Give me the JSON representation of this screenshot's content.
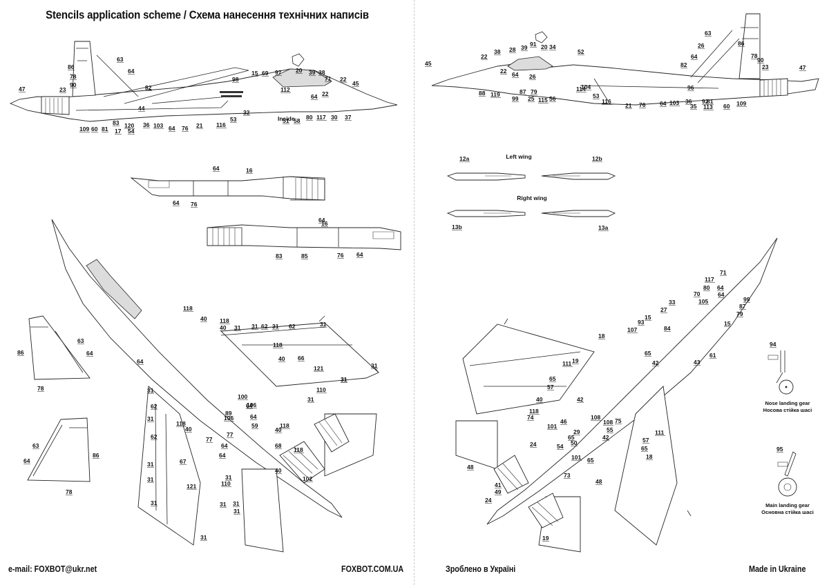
{
  "page": {
    "title": "Stencils application scheme / Схема нанесення технічних написів",
    "footer": {
      "email": "e-mail: FOXBOT@ukr.net",
      "website": "FOXBOT.COM.UA",
      "made_in_ua": "Зроблено в Україні",
      "made_in_en": "Made in Ukraine"
    }
  },
  "views": {
    "left_side": {
      "labels": [
        "47",
        "23",
        "86",
        "78",
        "90",
        "63",
        "64",
        "82",
        "109",
        "60",
        "81",
        "83",
        "17",
        "120",
        "54",
        "44",
        "36",
        "103",
        "64",
        "76",
        "21",
        "116",
        "53",
        "98",
        "15",
        "69",
        "97",
        "20",
        "39",
        "38",
        "71",
        "22",
        "45",
        "112",
        "64",
        "22",
        "32",
        "51",
        "58",
        "80",
        "117",
        "30",
        "37"
      ],
      "inside_caption": "Inside"
    },
    "right_side": {
      "labels": [
        "45",
        "22",
        "88",
        "119",
        "38",
        "28",
        "39",
        "91",
        "20",
        "34",
        "22",
        "64",
        "99",
        "87",
        "25",
        "79",
        "26",
        "115",
        "56",
        "52",
        "114",
        "104",
        "53",
        "116",
        "21",
        "76",
        "64",
        "103",
        "36",
        "35",
        "96",
        "92",
        "113",
        "81",
        "60",
        "109",
        "82",
        "64",
        "26",
        "63",
        "86",
        "78",
        "90",
        "23",
        "47"
      ]
    },
    "intakes": {
      "upper_labels": [
        "64",
        "16",
        "64",
        "76"
      ],
      "lower_labels": [
        "16",
        "64",
        "83",
        "85",
        "76",
        "64"
      ]
    },
    "wings": {
      "left_title": "Left wing",
      "right_title": "Right wing",
      "labels": [
        "12a",
        "12b",
        "13b",
        "13a"
      ]
    },
    "fins": {
      "upper_labels": [
        "86",
        "63",
        "64",
        "78"
      ],
      "lower_labels": [
        "63",
        "64",
        "86",
        "78"
      ]
    },
    "top_view": {
      "labels": [
        "118",
        "40",
        "64",
        "118",
        "40",
        "31",
        "31",
        "62",
        "31",
        "62",
        "31",
        "118",
        "40",
        "66",
        "121",
        "31",
        "31",
        "110",
        "31",
        "31",
        "31",
        "62",
        "31",
        "62",
        "31",
        "31",
        "31",
        "100",
        "64",
        "106",
        "89",
        "106",
        "64",
        "59",
        "77",
        "118",
        "40",
        "77",
        "64",
        "68",
        "40",
        "118",
        "102",
        "67",
        "121",
        "64",
        "110",
        "31",
        "31",
        "31",
        "31",
        "31",
        "118",
        "40"
      ]
    },
    "bottom_view": {
      "labels": [
        "71",
        "117",
        "80",
        "64",
        "70",
        "64",
        "99",
        "105",
        "87",
        "33",
        "79",
        "27",
        "15",
        "15",
        "93",
        "84",
        "107",
        "18",
        "61",
        "43",
        "19",
        "65",
        "42",
        "111",
        "65",
        "57",
        "40",
        "42",
        "118",
        "74",
        "108",
        "46",
        "108",
        "75",
        "55",
        "101",
        "29",
        "54",
        "50",
        "42",
        "65",
        "24",
        "101",
        "65",
        "41",
        "49",
        "24",
        "73",
        "48",
        "48",
        "19",
        "111",
        "57",
        "65",
        "18"
      ]
    },
    "landing_gear": {
      "nose": {
        "label": "94",
        "caption_en": "Nose landing gear",
        "caption_ua": "Носова стійка шасі"
      },
      "main": {
        "label": "95",
        "caption_en": "Main landing gear",
        "caption_ua": "Основна стійка шасі"
      }
    }
  }
}
